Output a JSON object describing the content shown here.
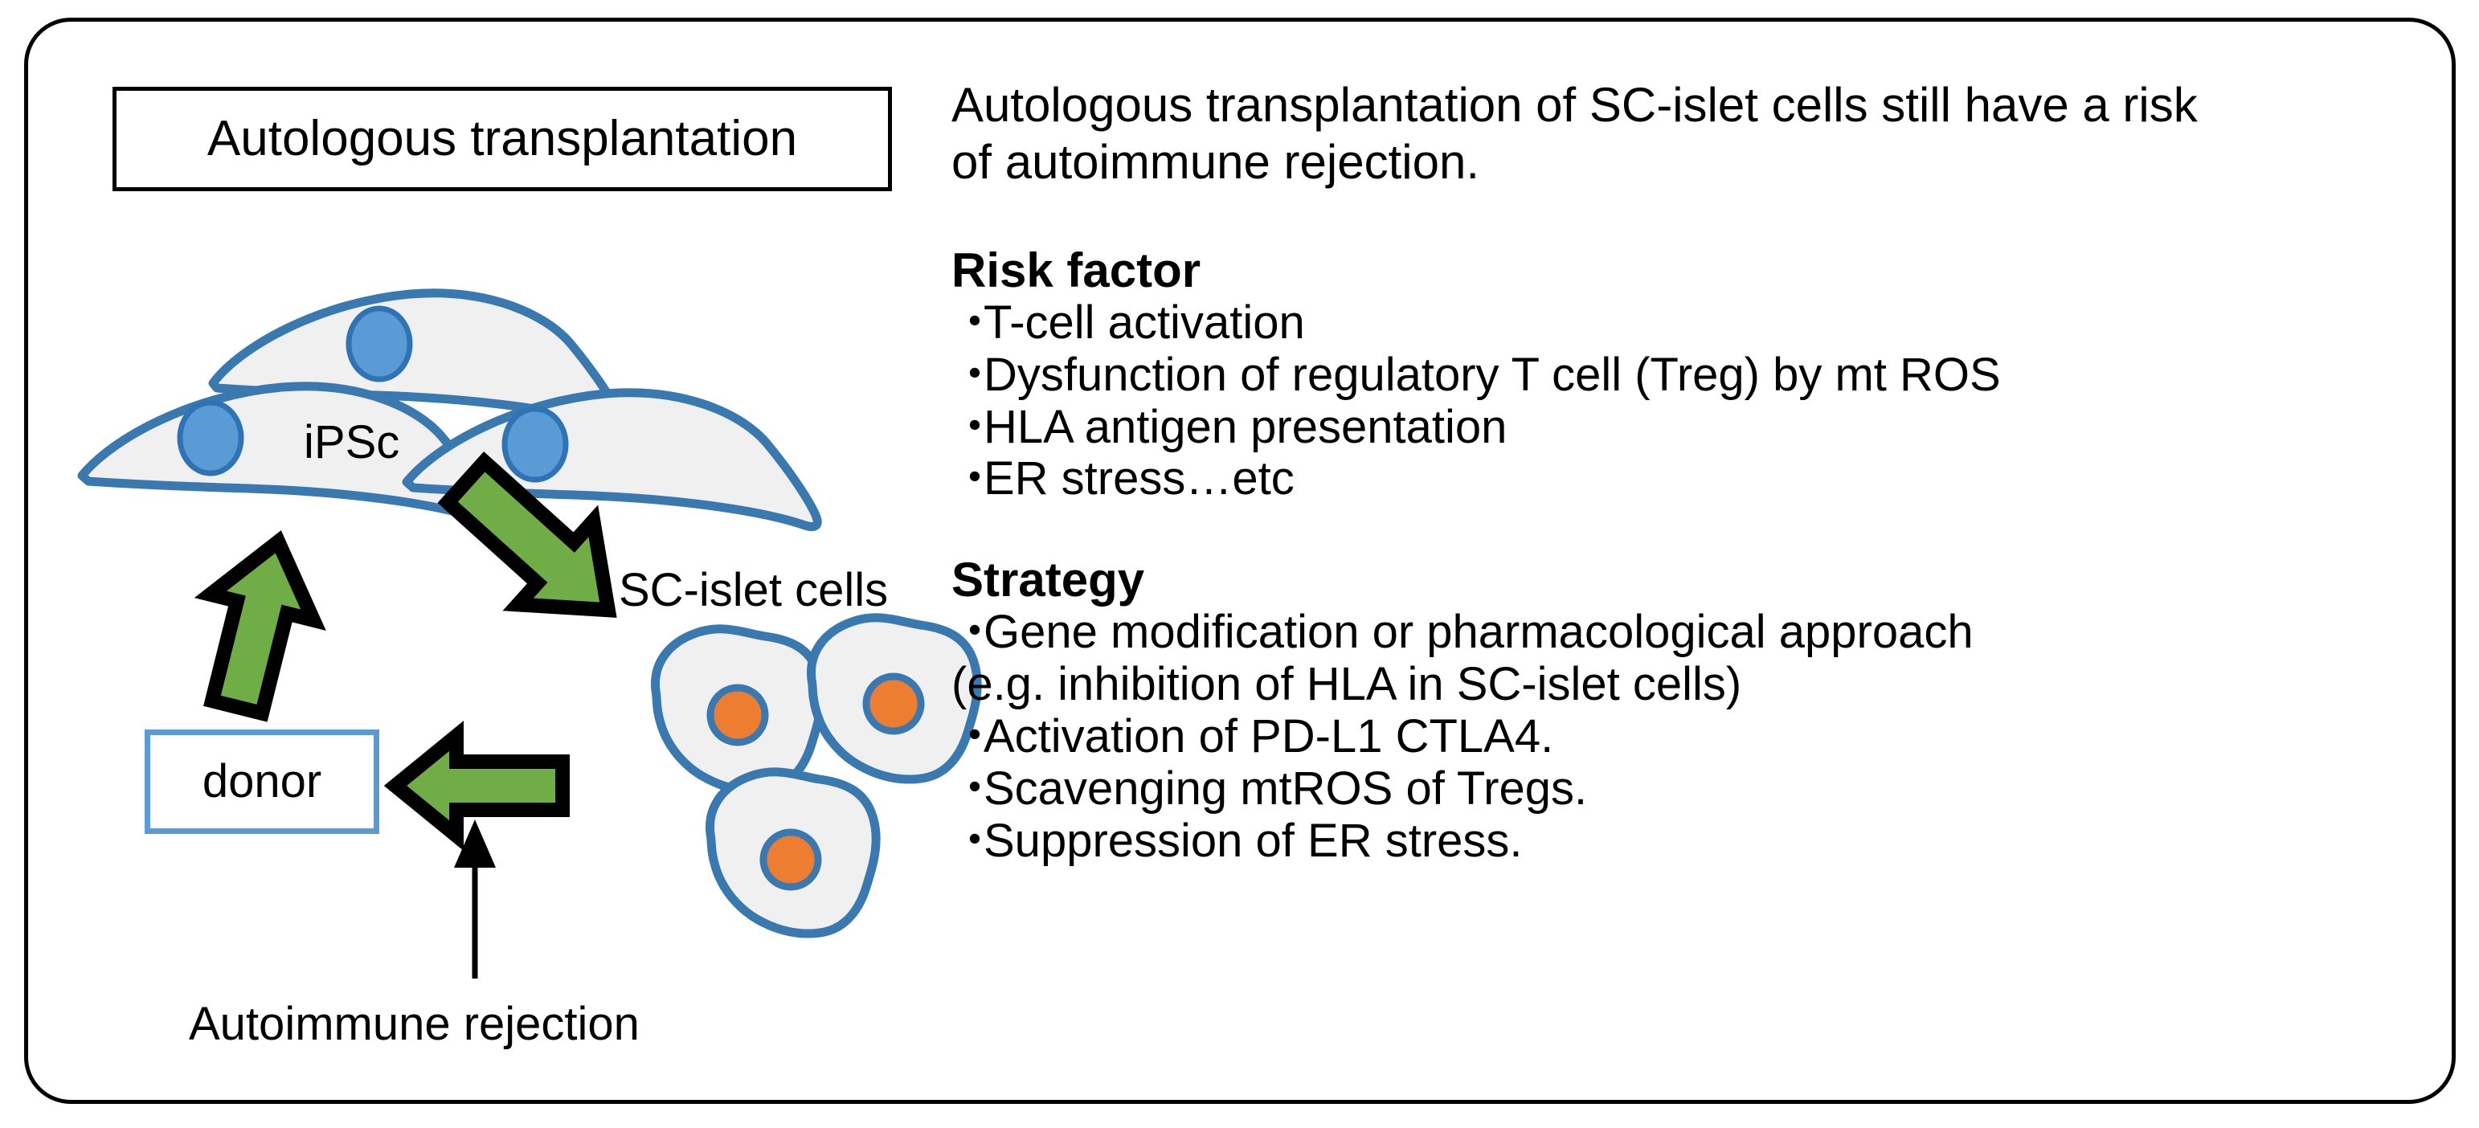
{
  "figure": {
    "frame_border_color": "#000000",
    "title_box": {
      "label": "Autologous transplantation"
    },
    "donor_box": {
      "label": "donor",
      "border_color": "#5B9BD5"
    },
    "labels": {
      "ipsc": "iPSc",
      "sc_islet": "SC-islet cells",
      "autoimmune_rejection": "Autoimmune rejection"
    },
    "colors": {
      "cell_fill": "#F0F0F0",
      "cell_outline": "#3A78B0",
      "ipsc_nucleus": "#5B9BD5",
      "ipsc_nucleus_outline": "#2E74B5",
      "islet_nucleus": "#ED7D31",
      "islet_nucleus_outline": "#3A78B0",
      "arrow_fill": "#70AD47",
      "arrow_outline": "#000000",
      "thin_arrow": "#000000"
    },
    "arrows": [
      {
        "name": "ipsc-to-sc-islet",
        "style": "block",
        "direction": "down-right"
      },
      {
        "name": "donor-to-ipsc",
        "style": "block",
        "direction": "up"
      },
      {
        "name": "sc-islet-to-donor",
        "style": "block",
        "direction": "left"
      },
      {
        "name": "autoimmune-rejection-pointer",
        "style": "thin",
        "direction": "up"
      }
    ],
    "cell_counts": {
      "ipsc_cells": 3,
      "sc_islet_cells": 3
    }
  },
  "text": {
    "intro": [
      "Autologous transplantation of SC-islet cells still have a risk",
      "of autoimmune rejection."
    ],
    "bullet_glyph": "・",
    "risk_factor": {
      "heading": "Risk factor",
      "items": [
        "T-cell activation",
        "Dysfunction of regulatory T cell (Treg) by mt ROS",
        "HLA antigen presentation",
        "ER stress…etc"
      ]
    },
    "strategy": {
      "heading": "Strategy",
      "items": [
        {
          "bullet": true,
          "text": "Gene modification or pharmacological approach"
        },
        {
          "bullet": false,
          "text": "(e.g. inhibition of HLA in SC-islet cells)"
        },
        {
          "bullet": true,
          "text": "Activation of PD-L1 CTLA4."
        },
        {
          "bullet": true,
          "text": "Scavenging mtROS of Tregs."
        },
        {
          "bullet": true,
          "text": "Suppression of ER stress."
        }
      ]
    }
  }
}
